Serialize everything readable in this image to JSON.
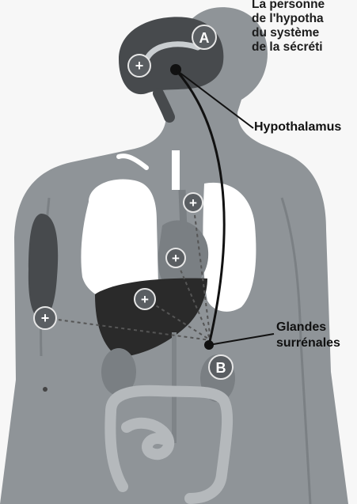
{
  "caption": {
    "lines": [
      "La personne",
      "de l'hypotha",
      "du système",
      "de la sécréti"
    ]
  },
  "labels": {
    "hypothalamus": "Hypothalamus",
    "glandes_line1": "Glandes",
    "glandes_line2": "surrénales"
  },
  "markers": {
    "a": "A",
    "b": "B",
    "plus": "+"
  },
  "colors": {
    "background": "#f7f7f7",
    "body": "#8f9498",
    "organ_white": "#ffffff",
    "liver": "#2a2a2a",
    "brain": "#474a4d",
    "intestine": "#b5b9bc",
    "marker": "#5a5e62"
  }
}
